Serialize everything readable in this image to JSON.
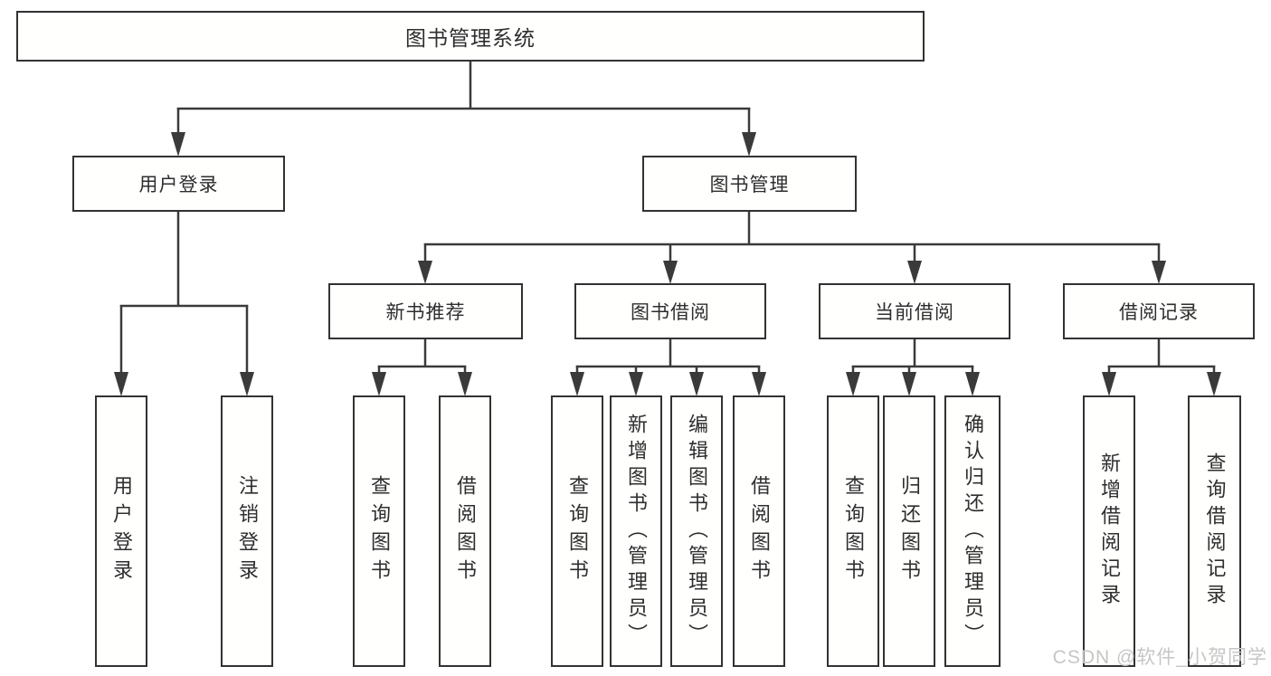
{
  "diagram": {
    "type": "hierarchy",
    "tree": {
      "label": "图书管理系统",
      "children": [
        {
          "label": "用户登录",
          "children": [
            {
              "label": "用户登录"
            },
            {
              "label": "注销登录"
            }
          ]
        },
        {
          "label": "图书管理",
          "children": [
            {
              "label": "新书推荐",
              "children": [
                {
                  "label": "查询图书"
                },
                {
                  "label": "借阅图书"
                }
              ]
            },
            {
              "label": "图书借阅",
              "children": [
                {
                  "label": "查询图书"
                },
                {
                  "label": "新增图书（管理员）"
                },
                {
                  "label": "编辑图书（管理员）"
                },
                {
                  "label": "借阅图书"
                }
              ]
            },
            {
              "label": "当前借阅",
              "children": [
                {
                  "label": "查询图书"
                },
                {
                  "label": "归还图书"
                },
                {
                  "label": "确认归还（管理员）"
                }
              ]
            },
            {
              "label": "借阅记录",
              "children": [
                {
                  "label": "新增借阅记录"
                },
                {
                  "label": "查询借阅记录"
                }
              ]
            }
          ]
        }
      ]
    },
    "colors": {
      "line": "#3a3a3a",
      "box_border": "#323232",
      "text": "#2e2e2e",
      "background": "#ffffff",
      "watermark": "#c6c6c6"
    }
  },
  "watermark": {
    "text": "CSDN @软件_小贺同学"
  }
}
